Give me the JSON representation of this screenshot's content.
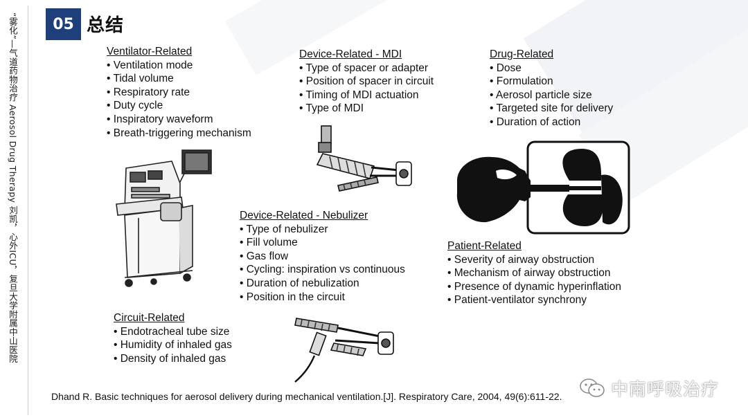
{
  "sidebar": {
    "vertical_text": "“雾化”—气道药物治疗 Aerosol Drug Therapy    刘凯，心外ICU，复旦大学附属中山医院"
  },
  "header": {
    "number": "05",
    "title": "总结"
  },
  "groups": {
    "ventilator": {
      "title": "Ventilator-Related",
      "items": [
        "Ventilation mode",
        "Tidal volume",
        "Respiratory rate",
        "Duty cycle",
        "Inspiratory waveform",
        "Breath-triggering mechanism"
      ]
    },
    "mdi": {
      "title": "Device-Related - MDI",
      "items": [
        "Type of spacer or adapter",
        "Position of spacer in circuit",
        "Timing of MDI actuation",
        "Type of MDI"
      ]
    },
    "drug": {
      "title": "Drug-Related",
      "items": [
        "Dose",
        "Formulation",
        "Aerosol particle size",
        "Targeted site for delivery",
        "Duration of action"
      ]
    },
    "nebulizer": {
      "title": "Device-Related - Nebulizer",
      "items": [
        "Type of nebulizer",
        "Fill volume",
        "Gas flow",
        "Cycling: inspiration vs continuous",
        "Duration of nebulization",
        "Position in the circuit"
      ]
    },
    "patient": {
      "title": "Patient-Related",
      "items": [
        "Severity of airway obstruction",
        "Mechanism of airway obstruction",
        "Presence of dynamic hyperinflation",
        "Patient-ventilator synchrony"
      ]
    },
    "circuit": {
      "title": "Circuit-Related",
      "items": [
        "Endotracheal tube size",
        "Humidity of inhaled gas",
        "Density of inhaled gas"
      ]
    }
  },
  "reference": "Dhand R. Basic techniques for aerosol delivery during mechanical ventilation.[J]. Respiratory Care, 2004, 49(6):611-22.",
  "watermark": {
    "text": "中南呼吸治疗",
    "icon": "wechat-icon"
  },
  "colors": {
    "badge": "#1f3f7a",
    "text": "#111111",
    "divider": "#c9ccd2"
  }
}
